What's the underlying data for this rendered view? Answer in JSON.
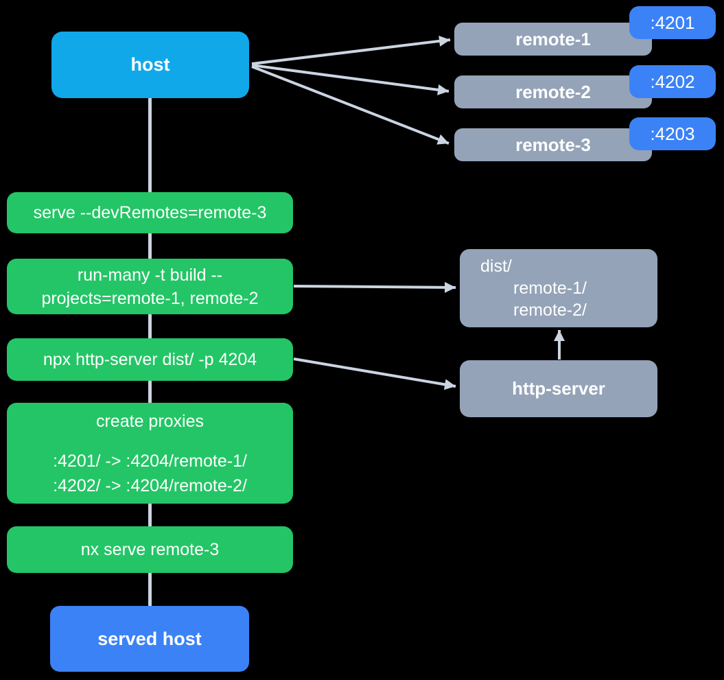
{
  "background_color": "#000000",
  "colors": {
    "host_fill": "#11a8ea",
    "remote_fill": "#94a3b8",
    "port_badge_fill": "#3b82f6",
    "command_fill": "#24c566",
    "served_host_fill": "#3b82f6",
    "connector": "#cbd5e1",
    "text": "#ffffff"
  },
  "nodes": {
    "host": {
      "label": "host"
    },
    "remotes": [
      {
        "label": "remote-1",
        "port": ":4201"
      },
      {
        "label": "remote-2",
        "port": ":4202"
      },
      {
        "label": "remote-3",
        "port": ":4203"
      }
    ],
    "commands": [
      {
        "lines": [
          "serve --devRemotes=remote-3"
        ]
      },
      {
        "lines": [
          "run-many -t build --",
          "projects=remote-1, remote-2"
        ]
      },
      {
        "lines": [
          "npx http-server dist/ -p 4204"
        ]
      },
      {
        "title": "create proxies",
        "lines": [
          ":4201/ -> :4204/remote-1/",
          ":4202/ -> :4204/remote-2/"
        ]
      },
      {
        "lines": [
          "nx serve remote-3"
        ]
      }
    ],
    "dist": {
      "lines": [
        "dist/",
        "remote-1/",
        "remote-2/"
      ]
    },
    "http_server": {
      "label": "http-server"
    },
    "served_host": {
      "label": "served host"
    }
  },
  "connections": [
    {
      "from": "host",
      "to": "remote-1"
    },
    {
      "from": "host",
      "to": "remote-2"
    },
    {
      "from": "host",
      "to": "remote-3"
    },
    {
      "from": "run-many build command",
      "to": "dist"
    },
    {
      "from": "npx http-server command",
      "to": "http-server"
    },
    {
      "from": "http-server",
      "to": "dist"
    },
    {
      "from": "host",
      "to": "served host"
    }
  ]
}
